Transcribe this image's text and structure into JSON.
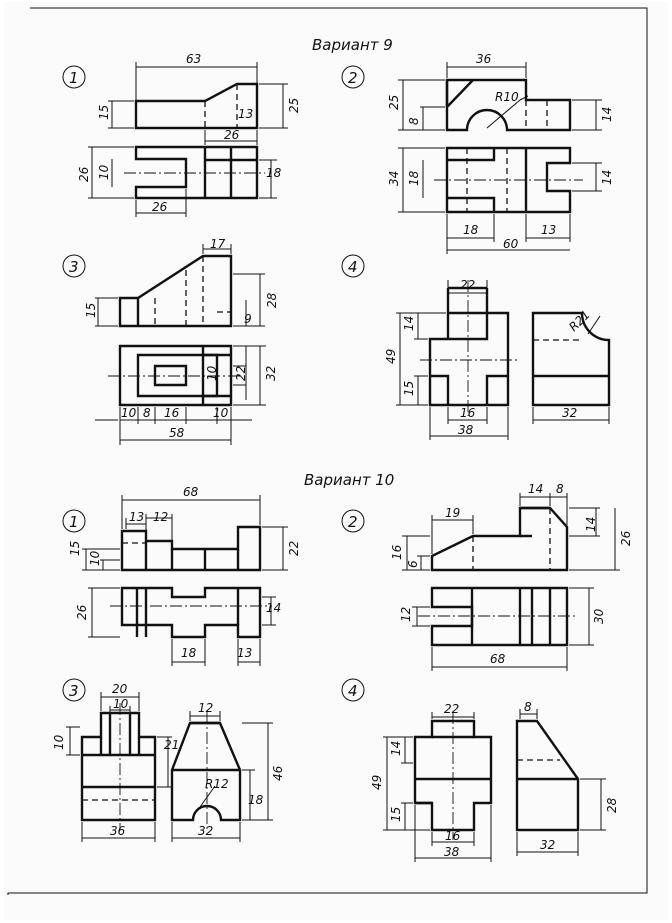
{
  "variant9": {
    "title": "Вариант 9",
    "p1": {
      "num": "1",
      "d63": "63",
      "d15": "15",
      "d13": "13",
      "d25": "25",
      "d26a": "26",
      "d26b": "26",
      "d10": "10",
      "d18": "18",
      "d26c": "26"
    },
    "p2": {
      "num": "2",
      "d36": "36",
      "r10": "R10",
      "d25": "25",
      "d8": "8",
      "d14a": "14",
      "d34": "34",
      "d18a": "18",
      "d14b": "14",
      "d18b": "18",
      "d13": "13",
      "d60": "60"
    },
    "p3": {
      "num": "3",
      "d17": "17",
      "d15": "15",
      "d28": "28",
      "d9": "9",
      "d10v": "10",
      "d22": "22",
      "d32": "32",
      "d10a": "10",
      "d8": "8",
      "d16": "16",
      "d10b": "10",
      "d58": "58"
    },
    "p4": {
      "num": "4",
      "d22": "22",
      "r21": "R21",
      "d14": "14",
      "d49": "49",
      "d15": "15",
      "d16": "16",
      "d38": "38",
      "d32": "32"
    }
  },
  "variant10": {
    "title": "Вариант 10",
    "p1": {
      "num": "1",
      "d68": "68",
      "d13": "13",
      "d12": "12",
      "d15": "15",
      "d10": "10",
      "d22": "22",
      "d26": "26",
      "d14": "14",
      "d18": "18",
      "d13b": "13"
    },
    "p2": {
      "num": "2",
      "d14": "14",
      "d8": "8",
      "d19": "19",
      "d14v": "14",
      "d26": "26",
      "d16": "16",
      "d6": "6",
      "d12": "12",
      "d30": "30",
      "d68": "68"
    },
    "p3": {
      "num": "3",
      "d20": "20",
      "d10a": "10",
      "d12": "12",
      "d10v": "10",
      "d21": "21",
      "d46": "46",
      "r12": "R12",
      "d18": "18",
      "d36": "36",
      "d32": "32"
    },
    "p4": {
      "num": "4",
      "d22": "22",
      "d8": "8",
      "d14": "14",
      "d49": "49",
      "d15": "15",
      "d28": "28",
      "d16": "16",
      "d38": "38",
      "d32": "32"
    }
  }
}
